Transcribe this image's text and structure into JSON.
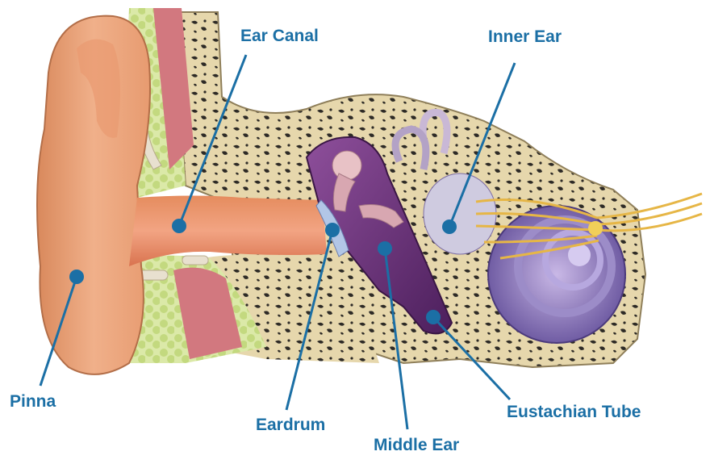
{
  "diagram": {
    "labels": {
      "ear_canal": "Ear Canal",
      "inner_ear": "Inner Ear",
      "pinna": "Pinna",
      "eardrum": "Eardrum",
      "middle_ear": "Middle Ear",
      "eustachian_tube": "Eustachian Tube"
    },
    "colors": {
      "label": "#1b6fa5",
      "leader_line": "#1b6fa5",
      "skin": "#eba277",
      "bone": "#e6d7ac",
      "fat": "#cfe39a",
      "muscle": "#d2787f",
      "canal": "#e58f6a",
      "middle_ear_cavity": "#7a3e86",
      "cochlea": "#8a75b8",
      "nerve": "#e6b646"
    }
  }
}
